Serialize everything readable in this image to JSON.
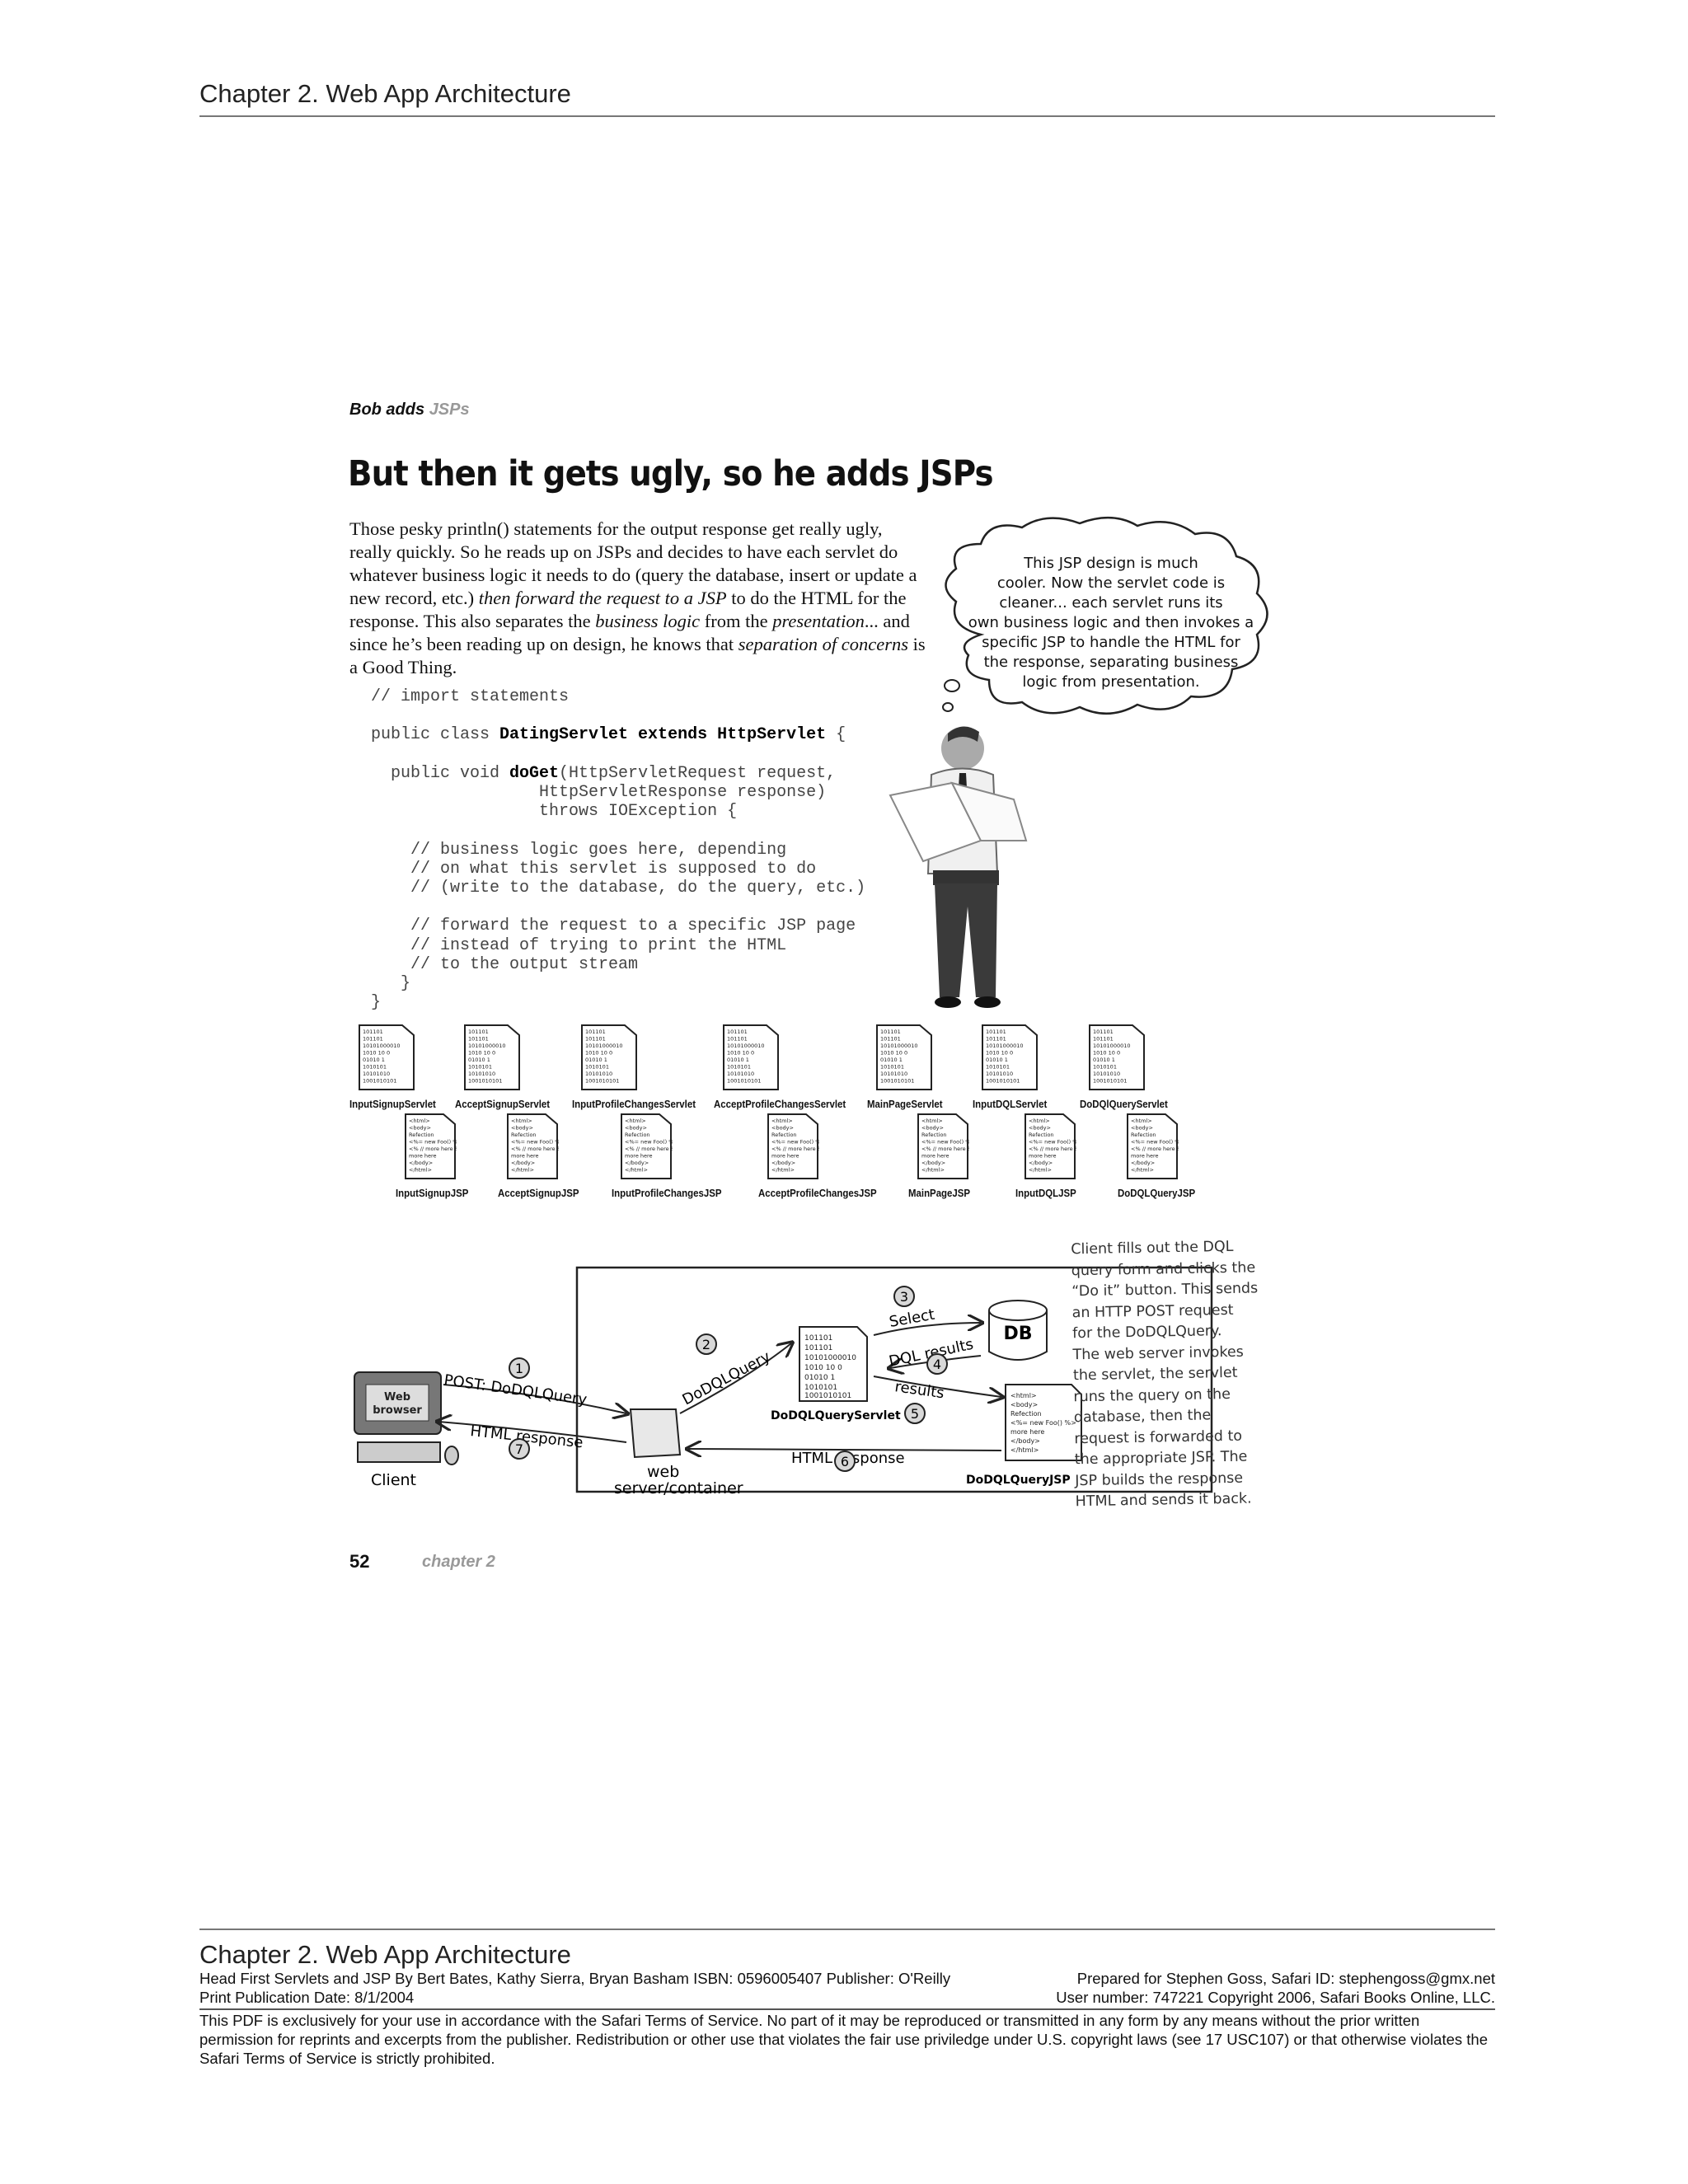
{
  "header": {
    "title": "Chapter 2. Web App Architecture"
  },
  "section": {
    "tag_bold": "Bob adds",
    "tag_grey": "JSPs",
    "headline": "But then it gets ugly, so he adds JSPs"
  },
  "body": {
    "p1": "Those pesky println() statements for the output response get really ugly, really quickly. So he reads up on JSPs and decides to have each servlet do whatever business logic it needs to do (query the database, insert or update a new record, etc.) ",
    "p1_em": "then forward the request to a JSP",
    "p2": " to do the HTML for the response. This also separates the ",
    "p2_em1": "business logic",
    "p3": " from the ",
    "p3_em": "presentation",
    "p4": "... and since he’s been reading up on design, he knows that ",
    "p4_em": "separation of concerns",
    "p5": " is a Good Thing."
  },
  "code": {
    "l1": "// import statements",
    "l2a": "public class ",
    "l2b": "DatingServlet extends HttpServlet",
    "l2c": " {",
    "l3a": "  public void ",
    "l3b": "doGet",
    "l3c": "(HttpServletRequest request,",
    "l4": "                 HttpServletResponse response)",
    "l5": "                 throws IOException {",
    "l6": "    // business logic goes here, depending",
    "l7": "    // on what this servlet is supposed to do",
    "l8": "    // (write to the database, do the query, etc.)",
    "l9": "    // forward the request to a specific JSP page",
    "l10": "    // instead of trying to print the HTML",
    "l11": "    // to the output stream",
    "l12": "   }",
    "l13": "}"
  },
  "bubble": {
    "l1": "This JSP design is much",
    "l2": "cooler. Now the servlet code is",
    "l3": "cleaner... each servlet runs its",
    "l4": "own business logic and then invokes a",
    "l5": "specific JSP to handle the HTML for",
    "l6": "the response, separating business",
    "l7": "logic from presentation."
  },
  "servlets": [
    "InputSignupServlet",
    "AcceptSignupServlet",
    "InputProfileChangesServlet",
    "AcceptProfileChangesServlet",
    "MainPageServlet",
    "InputDQLServlet",
    "DoDQlQueryServlet"
  ],
  "jsps": [
    "InputSignupJSP",
    "AcceptSignupJSP",
    "InputProfileChangesJSP",
    "AcceptProfileChangesJSP",
    "MainPageJSP",
    "InputDQLJSP",
    "DoDQLQueryJSP"
  ],
  "diagram": {
    "browser_label": "Web browser",
    "client_label": "Client",
    "container_label1": "web",
    "container_label2": "server/container",
    "post_label": "POST: DoDQLQuery",
    "html_response_label": "HTML response",
    "doquery_label": "DoDQLQuery",
    "select_label": "Select",
    "dql_results_label": "DQL results",
    "results_label": "results",
    "html_response2_label": "HTML response",
    "db_label": "DB",
    "servlet_label": "DoDQLQueryServlet",
    "jsp_label": "DoDQLQueryJSP",
    "steps": [
      "1",
      "2",
      "3",
      "4",
      "5",
      "6",
      "7"
    ],
    "note": [
      "Client fills out the DQL",
      "query form and clicks the",
      "“Do it” button. This sends",
      "an HTTP POST request",
      "for the DoDQLQuery.",
      "The web server invokes",
      "the servlet, the servlet",
      "runs the query on the",
      "database, then the",
      "request is forwarded to",
      "the appropriate JSP. The",
      "JSP builds the response",
      "HTML and sends it back."
    ]
  },
  "page": {
    "number": "52",
    "chapter": "chapter 2"
  },
  "footer": {
    "title": "Chapter 2. Web App Architecture",
    "book": "Head First Servlets and JSP By Bert Bates, Kathy Sierra, Bryan Basham ISBN: 0596005407 Publisher: O'Reilly",
    "prepared": "Prepared for Stephen Goss, Safari ID: stephengoss@gmx.net",
    "pubdate": "Print Publication Date: 8/1/2004",
    "user": "User number: 747221 Copyright 2006, Safari Books Online, LLC.",
    "legal": "This PDF is exclusively for your use in accordance with the Safari Terms of Service. No part of it may be reproduced or transmitted in any form by any means without the prior written permission for reprints and excerpts from the publisher. Redistribution or other use that violates the fair use priviledge under U.S. copyright laws (see 17 USC107) or that otherwise violates the Safari Terms of Service is strictly prohibited."
  }
}
